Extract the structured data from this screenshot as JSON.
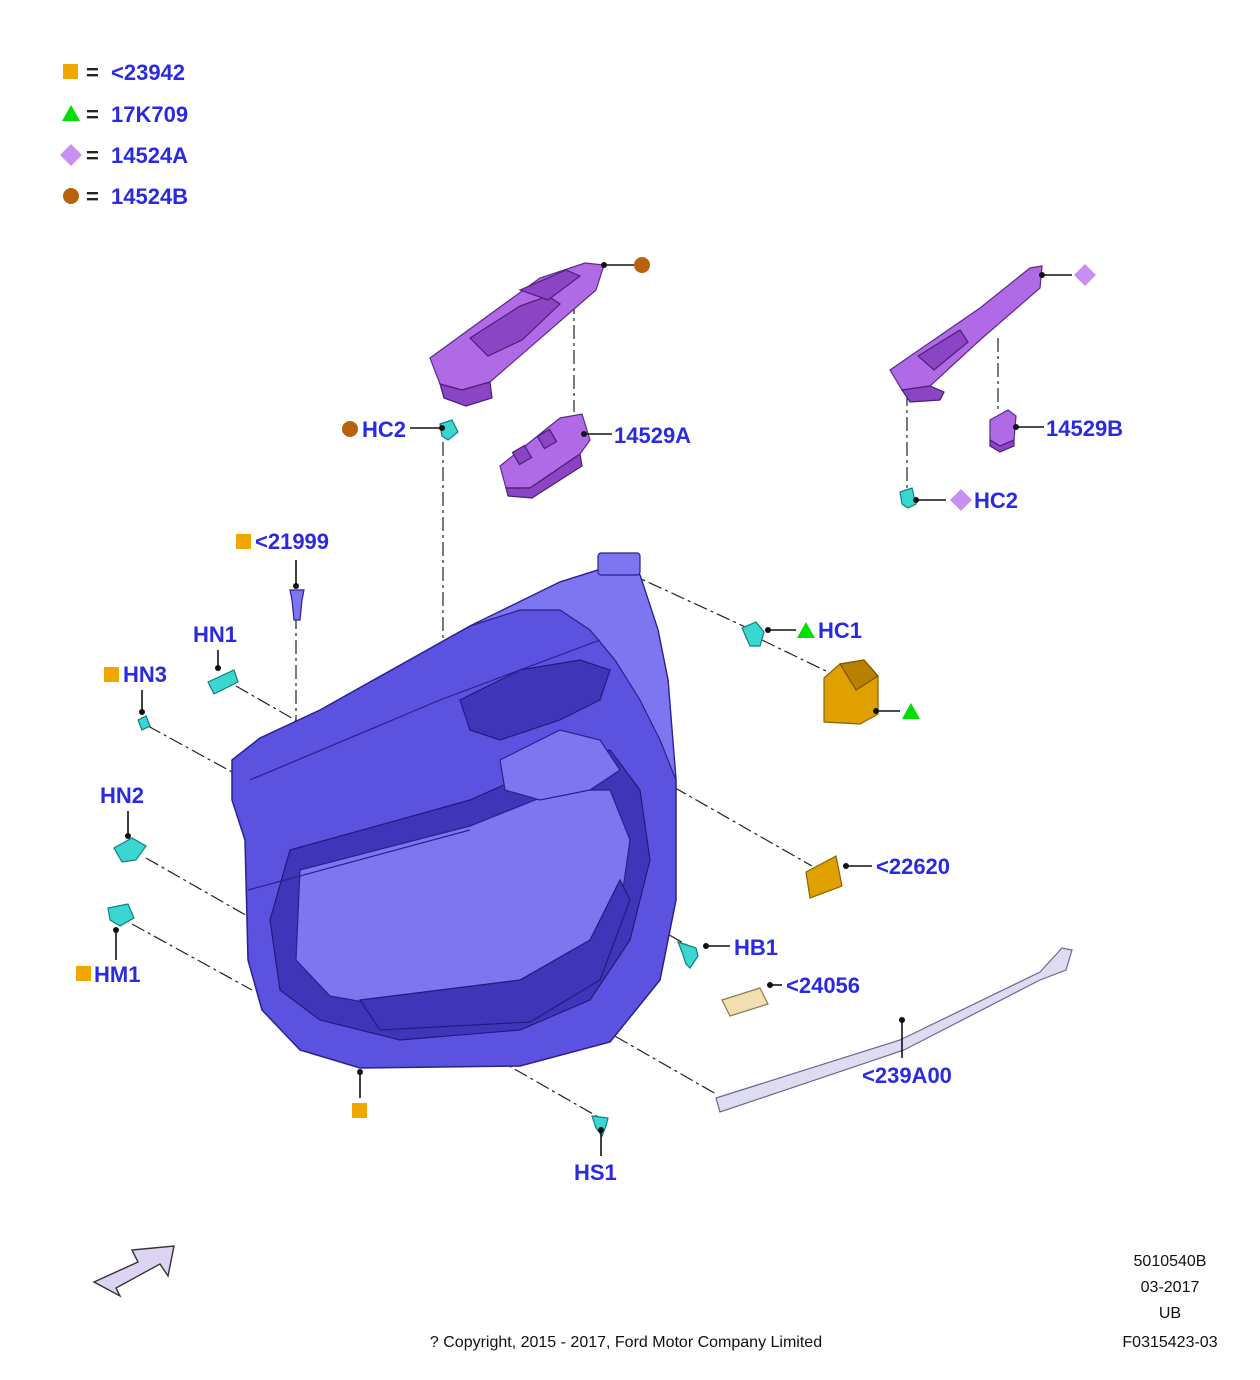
{
  "legend": [
    {
      "symbol": "square",
      "color": "#f0a800",
      "label": "<23942"
    },
    {
      "symbol": "triangle",
      "color": "#00e000",
      "label": "17K709"
    },
    {
      "symbol": "diamond",
      "color": "#c890f0",
      "label": "14524A"
    },
    {
      "symbol": "circle",
      "color": "#b8620c",
      "label": "14524B"
    }
  ],
  "legend_equals": "=",
  "callouts": {
    "hc2_left": "HC2",
    "p14529a": "14529A",
    "p14529b": "14529B",
    "hc2_right": "HC2",
    "p21999": "<21999",
    "hn1": "HN1",
    "hn3": "HN3",
    "hc1": "HC1",
    "hn2": "HN2",
    "p22620": "<22620",
    "hb1": "HB1",
    "hm1": "HM1",
    "p24056": "<24056",
    "p239a00": "<239A00",
    "hs1": "HS1"
  },
  "colors": {
    "label_blue": "#2a2ae0",
    "door_panel": "#5b52e0",
    "switch_bezel": "#b06ae6",
    "clip": "#3ad6d0",
    "trim_gold": "#e0a000"
  },
  "footer": {
    "doc_number": "5010540B",
    "date": "03-2017",
    "region": "UB",
    "figure_id": "F0315423-03",
    "copyright": "? Copyright, 2015 - 2017, Ford Motor Company Limited"
  },
  "icons": {
    "direction_arrow": "arrow-up-right-icon"
  }
}
